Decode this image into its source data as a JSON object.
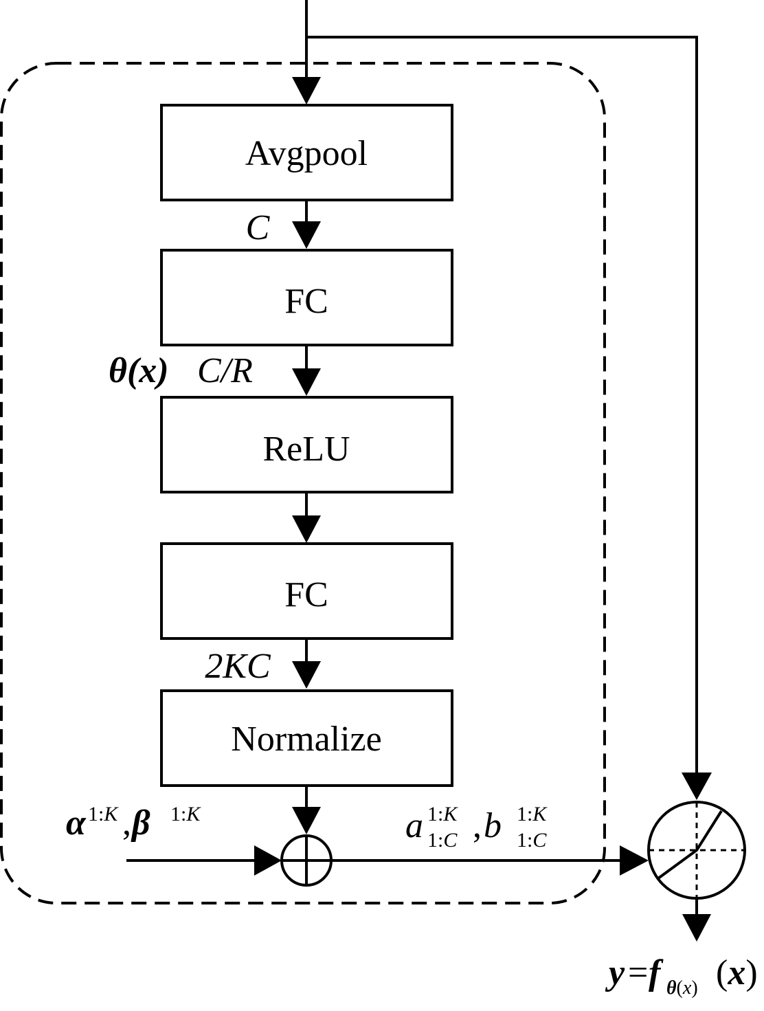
{
  "blocks": {
    "avgpool": "Avgpool",
    "fc1": "FC",
    "relu": "ReLU",
    "fc2": "FC",
    "normalize": "Normalize"
  },
  "dims": {
    "c": "C",
    "c_over_r": "C/R",
    "two_kc": "2KC"
  },
  "labels": {
    "theta_x": "θ(x)",
    "alpha_beta": "α1:K, β1:K",
    "a_b": "a1:K1:C, b1:K1:C",
    "output": "y=fθ(x)(x)"
  }
}
